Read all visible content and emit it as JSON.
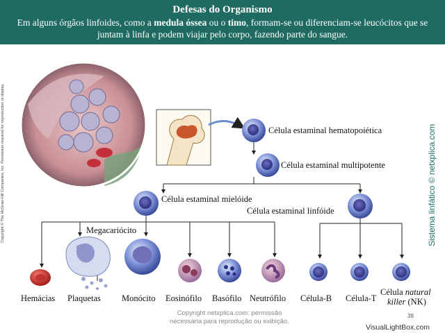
{
  "header": {
    "title": "Defesas do Organismo",
    "desc_pre": "Em alguns órgãos linfoides, como a ",
    "desc_b1": "medula óssea",
    "desc_mid": " ou o ",
    "desc_b2": "timo",
    "desc_post": ", formam-se ou diferenciam-se leucócitos que se juntam à linfa e podem viajar pelo corpo, fazendo parte do sangue."
  },
  "diagram": {
    "stem_hemato": "Célula estaminal hematopoiética",
    "stem_multi": "Célula estaminal multipotente",
    "stem_mieloide": "Célula estaminal mielóide",
    "stem_linfoide": "Célula estaminal linfóide",
    "megacariocito": "Megacariócito",
    "hemacias": "Hemácias",
    "plaquetas": "Plaquetas",
    "monocito": "Monócito",
    "eosinofilo": "Eosinófilo",
    "basofilo": "Basófilo",
    "neutrofilo": "Neutrófilo",
    "celula_b": "Célula-B",
    "celula_t": "Célula-T",
    "nk_line1_a": "Célula ",
    "nk_line1_b": "natural",
    "nk_line2_a": "killer",
    "nk_line2_b": " (NK)"
  },
  "side": {
    "copyright": "Copyright © The McGraw-Hill Companies, Inc. Permission required for reproduction or display.",
    "vertical": "Sistema linfático © netxplica.com"
  },
  "footer": {
    "watermark_line1": "Copyright netxplica.com: permissão",
    "watermark_line2": "necessária para reprodução ou exibição.",
    "page_number": "38",
    "site": "VisualLightBox.com"
  }
}
